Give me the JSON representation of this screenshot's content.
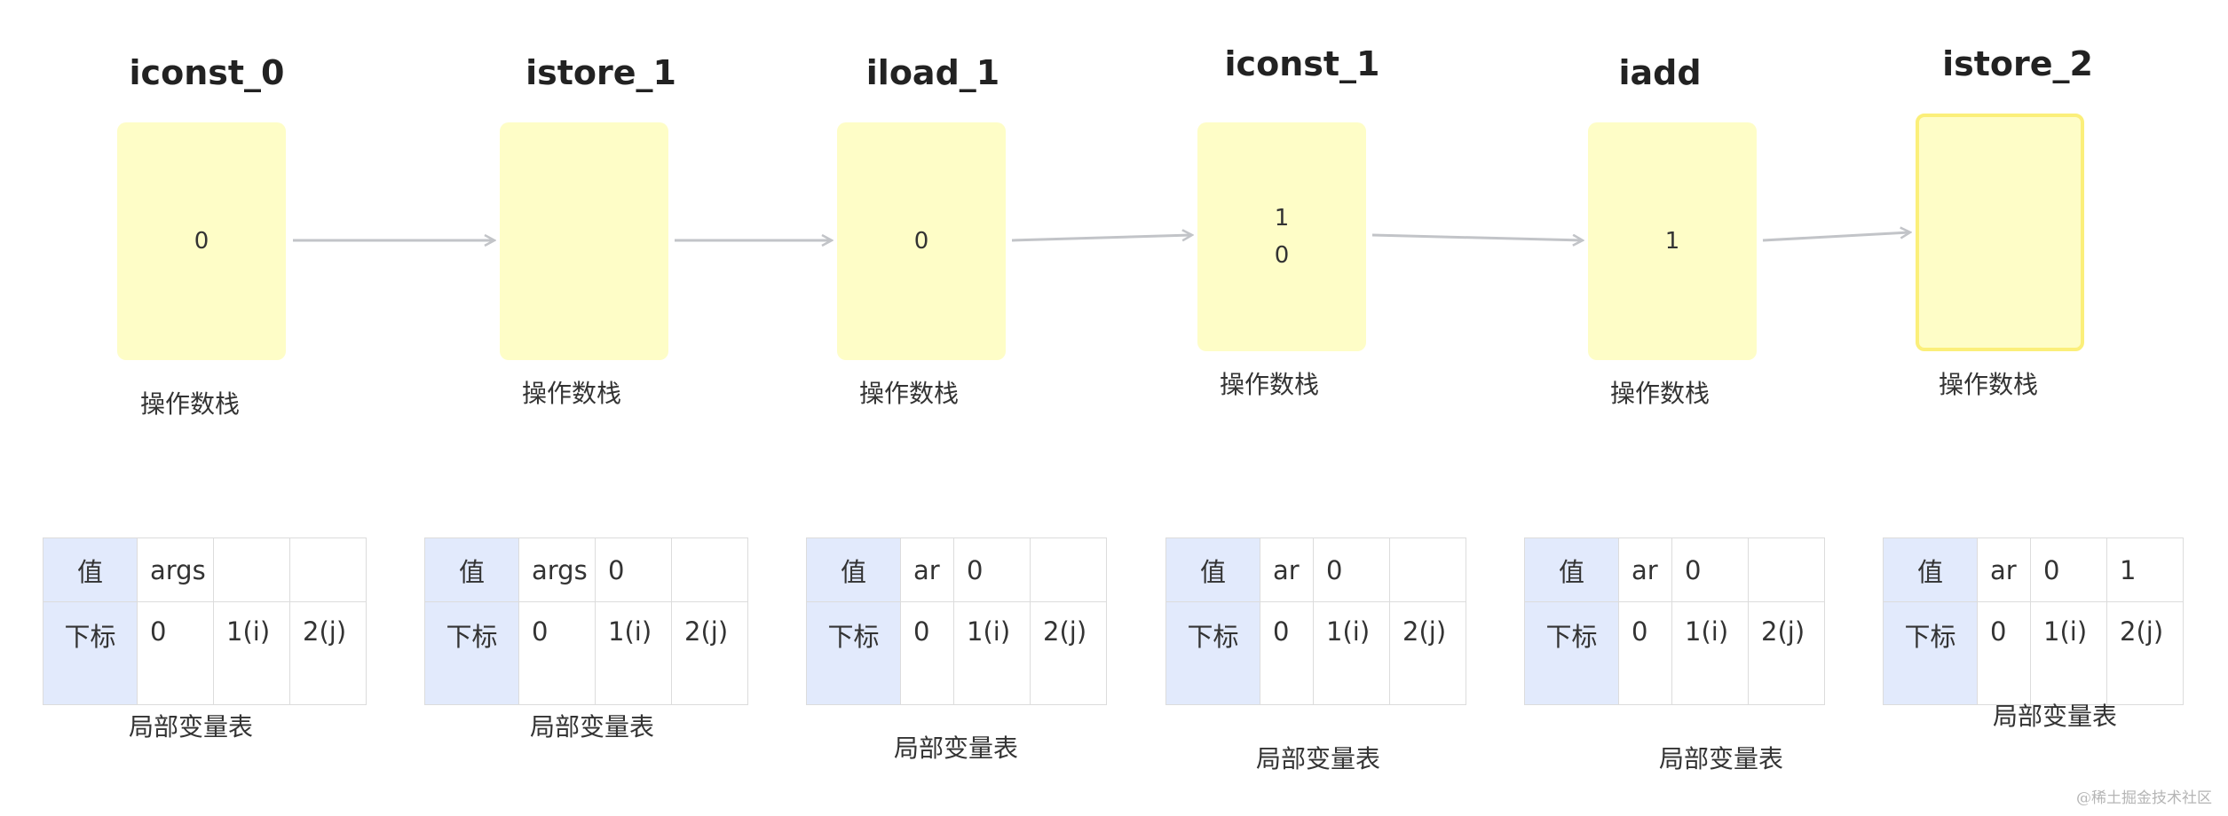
{
  "steps": [
    {
      "instruction": "iconst_0",
      "stack": [
        "0"
      ],
      "stack_caption": "操作数栈",
      "table": {
        "header_value": "值",
        "header_index": "下标",
        "values": [
          "args",
          "",
          ""
        ],
        "indices": [
          "0",
          "1(i)",
          "2(j)"
        ]
      },
      "table_caption": "局部变量表"
    },
    {
      "instruction": "istore_1",
      "stack": [],
      "stack_caption": "操作数栈",
      "table": {
        "header_value": "值",
        "header_index": "下标",
        "values": [
          "args",
          "0",
          ""
        ],
        "indices": [
          "0",
          "1(i)",
          "2(j)"
        ]
      },
      "table_caption": "局部变量表"
    },
    {
      "instruction": "iload_1",
      "stack": [
        "0"
      ],
      "stack_caption": "操作数栈",
      "table": {
        "header_value": "值",
        "header_index": "下标",
        "values": [
          "ar",
          "0",
          ""
        ],
        "indices": [
          "0",
          "1(i)",
          "2(j)"
        ]
      },
      "table_caption": "局部变量表"
    },
    {
      "instruction": "iconst_1",
      "stack": [
        "1",
        "0"
      ],
      "stack_caption": "操作数栈",
      "table": {
        "header_value": "值",
        "header_index": "下标",
        "values": [
          "ar",
          "0",
          ""
        ],
        "indices": [
          "0",
          "1(i)",
          "2(j)"
        ]
      },
      "table_caption": "局部变量表"
    },
    {
      "instruction": "iadd",
      "stack": [
        "1"
      ],
      "stack_caption": "操作数栈",
      "table": {
        "header_value": "值",
        "header_index": "下标",
        "values": [
          "ar",
          "0",
          ""
        ],
        "indices": [
          "0",
          "1(i)",
          "2(j)"
        ]
      },
      "table_caption": "局部变量表"
    },
    {
      "instruction": "istore_2",
      "stack": [],
      "stack_caption": "操作数栈",
      "table": {
        "header_value": "值",
        "header_index": "下标",
        "values": [
          "ar",
          "0",
          "1"
        ],
        "indices": [
          "0",
          "1(i)",
          "2(j)"
        ]
      },
      "table_caption": "局部变量表"
    }
  ],
  "watermark": "@稀土掘金技术社区",
  "colors": {
    "stack_fill": "#fefdc7",
    "stack_selected_border": "#fbef7a",
    "header_fill": "#e2eafc",
    "arrow": "#c2c4c8",
    "grid": "#dcdcdc"
  }
}
